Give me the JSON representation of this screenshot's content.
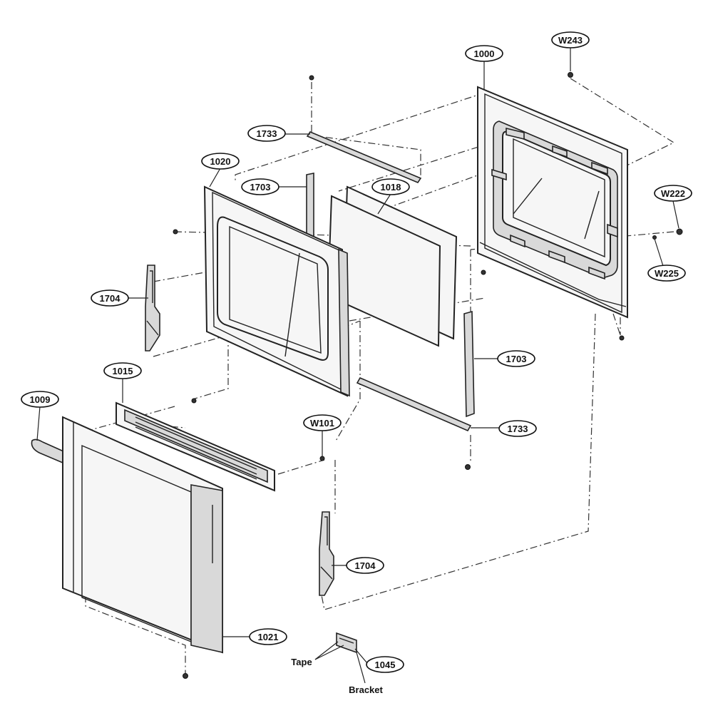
{
  "callouts": [
    {
      "id": "w243",
      "label": "W243"
    },
    {
      "id": "p1000",
      "label": "1000"
    },
    {
      "id": "p1733a",
      "label": "1733"
    },
    {
      "id": "p1020",
      "label": "1020"
    },
    {
      "id": "p1703a",
      "label": "1703"
    },
    {
      "id": "p1018",
      "label": "1018"
    },
    {
      "id": "w222",
      "label": "W222"
    },
    {
      "id": "w225",
      "label": "W225"
    },
    {
      "id": "p1704a",
      "label": "1704"
    },
    {
      "id": "p1703b",
      "label": "1703"
    },
    {
      "id": "p1015",
      "label": "1015"
    },
    {
      "id": "p1009",
      "label": "1009"
    },
    {
      "id": "w101",
      "label": "W101"
    },
    {
      "id": "p1733b",
      "label": "1733"
    },
    {
      "id": "p1704b",
      "label": "1704"
    },
    {
      "id": "p1021",
      "label": "1021"
    },
    {
      "id": "p1045",
      "label": "1045"
    }
  ],
  "text_labels": {
    "tape": "Tape",
    "bracket": "Bracket"
  },
  "colors": {
    "line": "#222222",
    "background": "#ffffff"
  }
}
